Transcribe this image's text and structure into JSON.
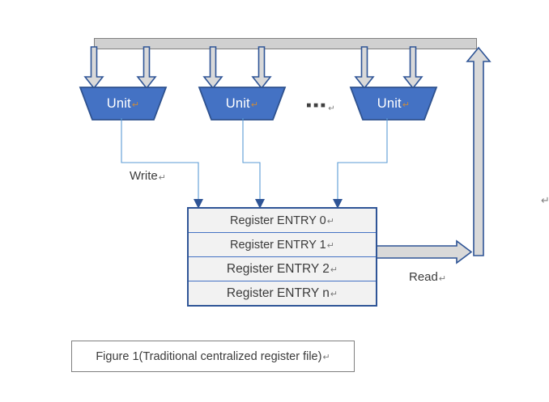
{
  "figure": {
    "caption": "Figure 1(Traditional centralized register file)",
    "caption_pilcrow": "↵"
  },
  "bus": {
    "name": "shared-bus-bar",
    "fill_color": "#D0D0D0",
    "border_color": "#808080"
  },
  "units": [
    {
      "label": "Unit",
      "pilcrow": "↵"
    },
    {
      "label": "Unit",
      "pilcrow": "↵"
    },
    {
      "label": "Unit",
      "pilcrow": "↵"
    }
  ],
  "ellipsis": {
    "text": "▪▪▪",
    "pilcrow": "↵"
  },
  "register_file": {
    "rows": [
      {
        "label": "Register ENTRY 0",
        "pilcrow": "↵"
      },
      {
        "label": "Register ENTRY 1",
        "pilcrow": "↵"
      },
      {
        "label": "Register ENTRY 2",
        "pilcrow": "↵"
      },
      {
        "label": "Register ENTRY n",
        "pilcrow": "↵"
      }
    ],
    "border_color": "#2F5597",
    "fill_color": "#F2F2F2"
  },
  "labels": {
    "write": "Write",
    "write_pilcrow": "↵",
    "read": "Read",
    "read_pilcrow": "↵"
  },
  "colors": {
    "unit_fill": "#4472C4",
    "unit_border": "#2F528F",
    "arrow_fill": "#D9D9D9",
    "arrow_border": "#2E5496",
    "connector": "#5B9BD5"
  }
}
